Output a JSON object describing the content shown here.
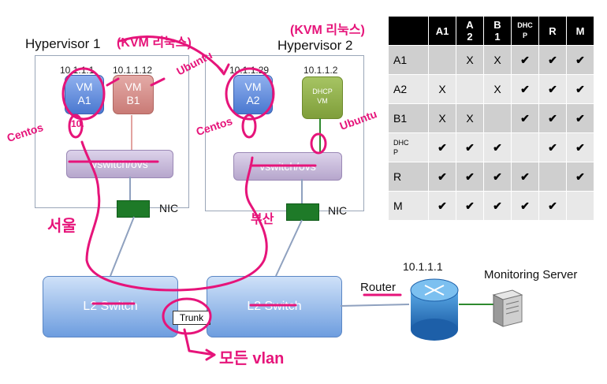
{
  "hypervisor1": {
    "title": "Hypervisor 1",
    "ips": [
      "10.1.1.1",
      "10.1.1.12"
    ],
    "vms": [
      {
        "line1": "VM",
        "line2": "A1"
      },
      {
        "line1": "VM",
        "line2": "B1"
      }
    ],
    "vswitch": "vswitch/ovs",
    "nic": "NIC"
  },
  "hypervisor2": {
    "title": "Hypervisor 2",
    "ips": [
      "10.1.1.29",
      "10.1.1.2"
    ],
    "vms": [
      {
        "line1": "VM",
        "line2": "A2"
      },
      {
        "line1": "DHCP",
        "line2": "VM"
      }
    ],
    "vswitch": "vswitch/ovs",
    "nic": "NIC"
  },
  "network": {
    "l2_left": "L2 Switch",
    "l2_right": "L2 Switch",
    "trunk": "Trunk",
    "router_label": "Router",
    "router_ip": "10.1.1.1",
    "monitor_label": "Monitoring Server"
  },
  "colors": {
    "annotation": "#e6147a",
    "vm_blue": "#4a78d0",
    "nic_green": "#1e7a28"
  },
  "annotations": {
    "kvm1": "(KVM 리눅스)",
    "kvm2": "(KVM 리눅스)",
    "ubuntu1": "Ubuntu",
    "ubuntu2": "Ubuntu",
    "centos1": "Centos",
    "centos2": "Centos",
    "ten1": "10.",
    "seoul": "서울",
    "busan": "부산",
    "all_vlan": "모든 vlan"
  },
  "matrix": {
    "columns": [
      "A1",
      "A\n2",
      "B\n1",
      "DHC\nP",
      "R",
      "M"
    ],
    "rows": [
      {
        "label": "A1",
        "cells": [
          "",
          "X",
          "X",
          "✔",
          "✔",
          "✔"
        ]
      },
      {
        "label": "A2",
        "cells": [
          "X",
          "",
          "X",
          "✔",
          "✔",
          "✔"
        ]
      },
      {
        "label": "B1",
        "cells": [
          "X",
          "X",
          "",
          "✔",
          "✔",
          "✔"
        ]
      },
      {
        "label": "DHC\nP",
        "cells": [
          "✔",
          "✔",
          "✔",
          "",
          "✔",
          "✔"
        ]
      },
      {
        "label": "R",
        "cells": [
          "✔",
          "✔",
          "✔",
          "✔",
          "",
          "✔"
        ]
      },
      {
        "label": "M",
        "cells": [
          "✔",
          "✔",
          "✔",
          "✔",
          "✔",
          ""
        ]
      }
    ]
  }
}
